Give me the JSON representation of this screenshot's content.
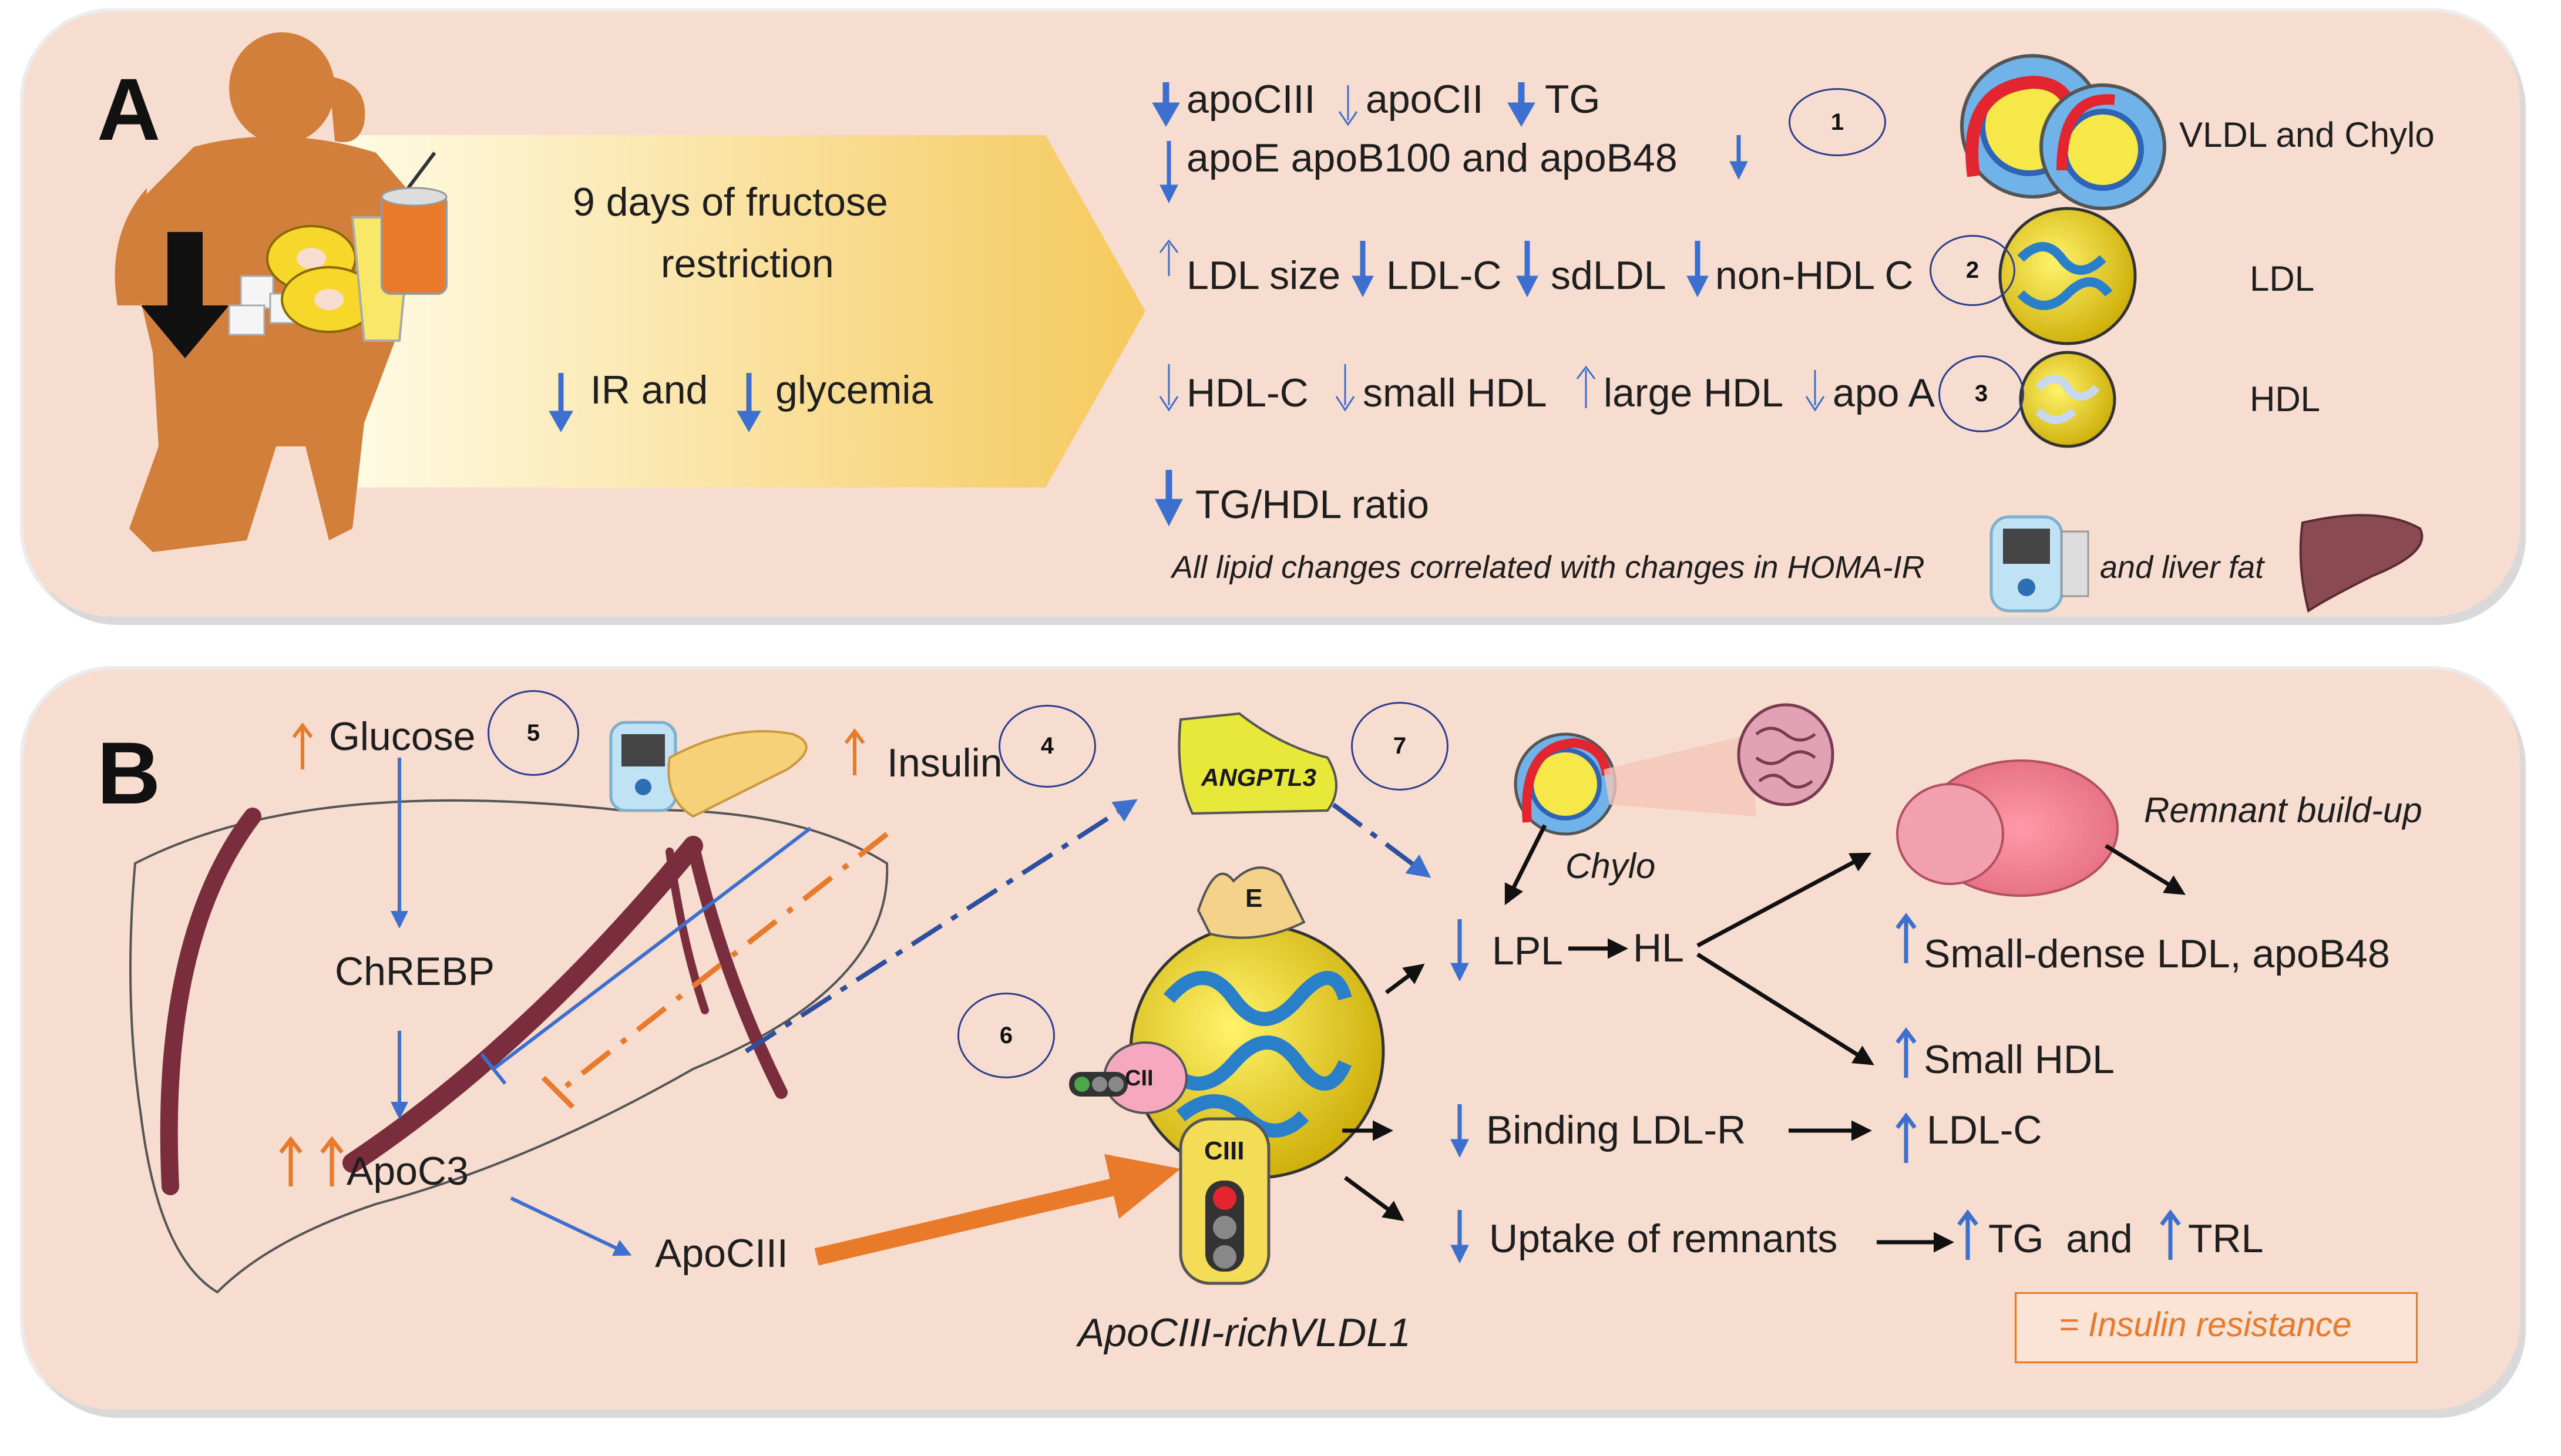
{
  "colors": {
    "panel_fill": "#f7ddd0",
    "arrow_blue": "#3d6fcf",
    "arrow_orange": "#e87a2a",
    "liver_line": "#7a2d3c",
    "silhouette": "#d27f3c",
    "banner": "#f7d77c"
  },
  "panel_a": {
    "letter": "A",
    "banner_line1": "9 days of fructose",
    "banner_line2": "restriction",
    "banner_line3_a": "IR and",
    "banner_line3_b": "glycemia",
    "row1_a": "apoCIII",
    "row1_b": "apoCII",
    "row1_c": "TG",
    "row1_line2": "apoE apoB100 and apoB48",
    "row2_a": "LDL size",
    "row2_b": "LDL-C",
    "row2_c": "sdLDL",
    "row2_d": "non-HDL C",
    "row3_a": "HDL-C",
    "row3_b": "small HDL",
    "row3_c": "large HDL",
    "row3_d": "apo A",
    "row4": "TG/HDL ratio",
    "footnote_a": "All lipid changes correlated with changes in HOMA-IR",
    "footnote_b": "and liver fat",
    "num1": "1",
    "num2": "2",
    "num3": "3",
    "label_vldl": "VLDL and Chylo",
    "label_ldl": "LDL",
    "label_hdl": "HDL",
    "icons": [
      "obese-silhouette-icon",
      "soda-can-icon",
      "juice-glass-icon",
      "donut-icon",
      "sugar-cube-icon",
      "glucometer-icon",
      "liver-icon",
      "vldl-particle-icon",
      "ldl-particle-icon",
      "hdl-particle-icon"
    ]
  },
  "panel_b": {
    "letter": "B",
    "glucose": "Glucose",
    "insulin": "Insulin",
    "chrebp": "ChREBP",
    "apoc3": "ApoC3",
    "apociii": "ApoCIII",
    "angptl3": "ANGPTL3",
    "num4": "4",
    "num5": "5",
    "num6": "6",
    "num7": "7",
    "chylo": "Chylo",
    "lpl": "LPL",
    "hl": "HL",
    "remnant": "Remnant build-up",
    "small_dense": "Small-dense LDL, apoB48",
    "small_hdl": "Small HDL",
    "binding": "Binding LDL-R",
    "ldlc": "LDL-C",
    "uptake": "Uptake of remnants",
    "tg_and": "TG  and",
    "trl": "TRL",
    "e_label": "E",
    "cii_label": "CII",
    "ciii_label": "CIII",
    "vldl_caption": "ApoCIII-richVLDL1",
    "legend": "= Insulin resistance",
    "icons": [
      "liver-outline-icon",
      "pancreas-icon",
      "glucometer-icon",
      "intestine-icon",
      "chylomicron-icon",
      "remnant-particle-icon",
      "vldl1-particle-icon",
      "traffic-light-icon"
    ]
  }
}
